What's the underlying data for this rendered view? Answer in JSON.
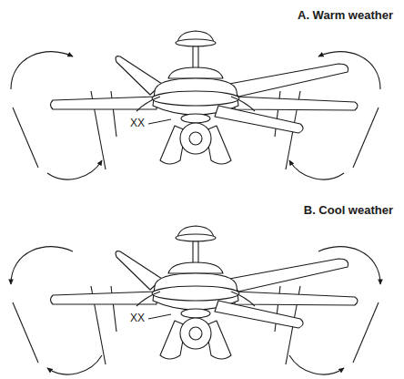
{
  "diagram": {
    "labels": [
      "A. Warm weather",
      "XX",
      "B. Cool weather",
      "XX"
    ]
  }
}
